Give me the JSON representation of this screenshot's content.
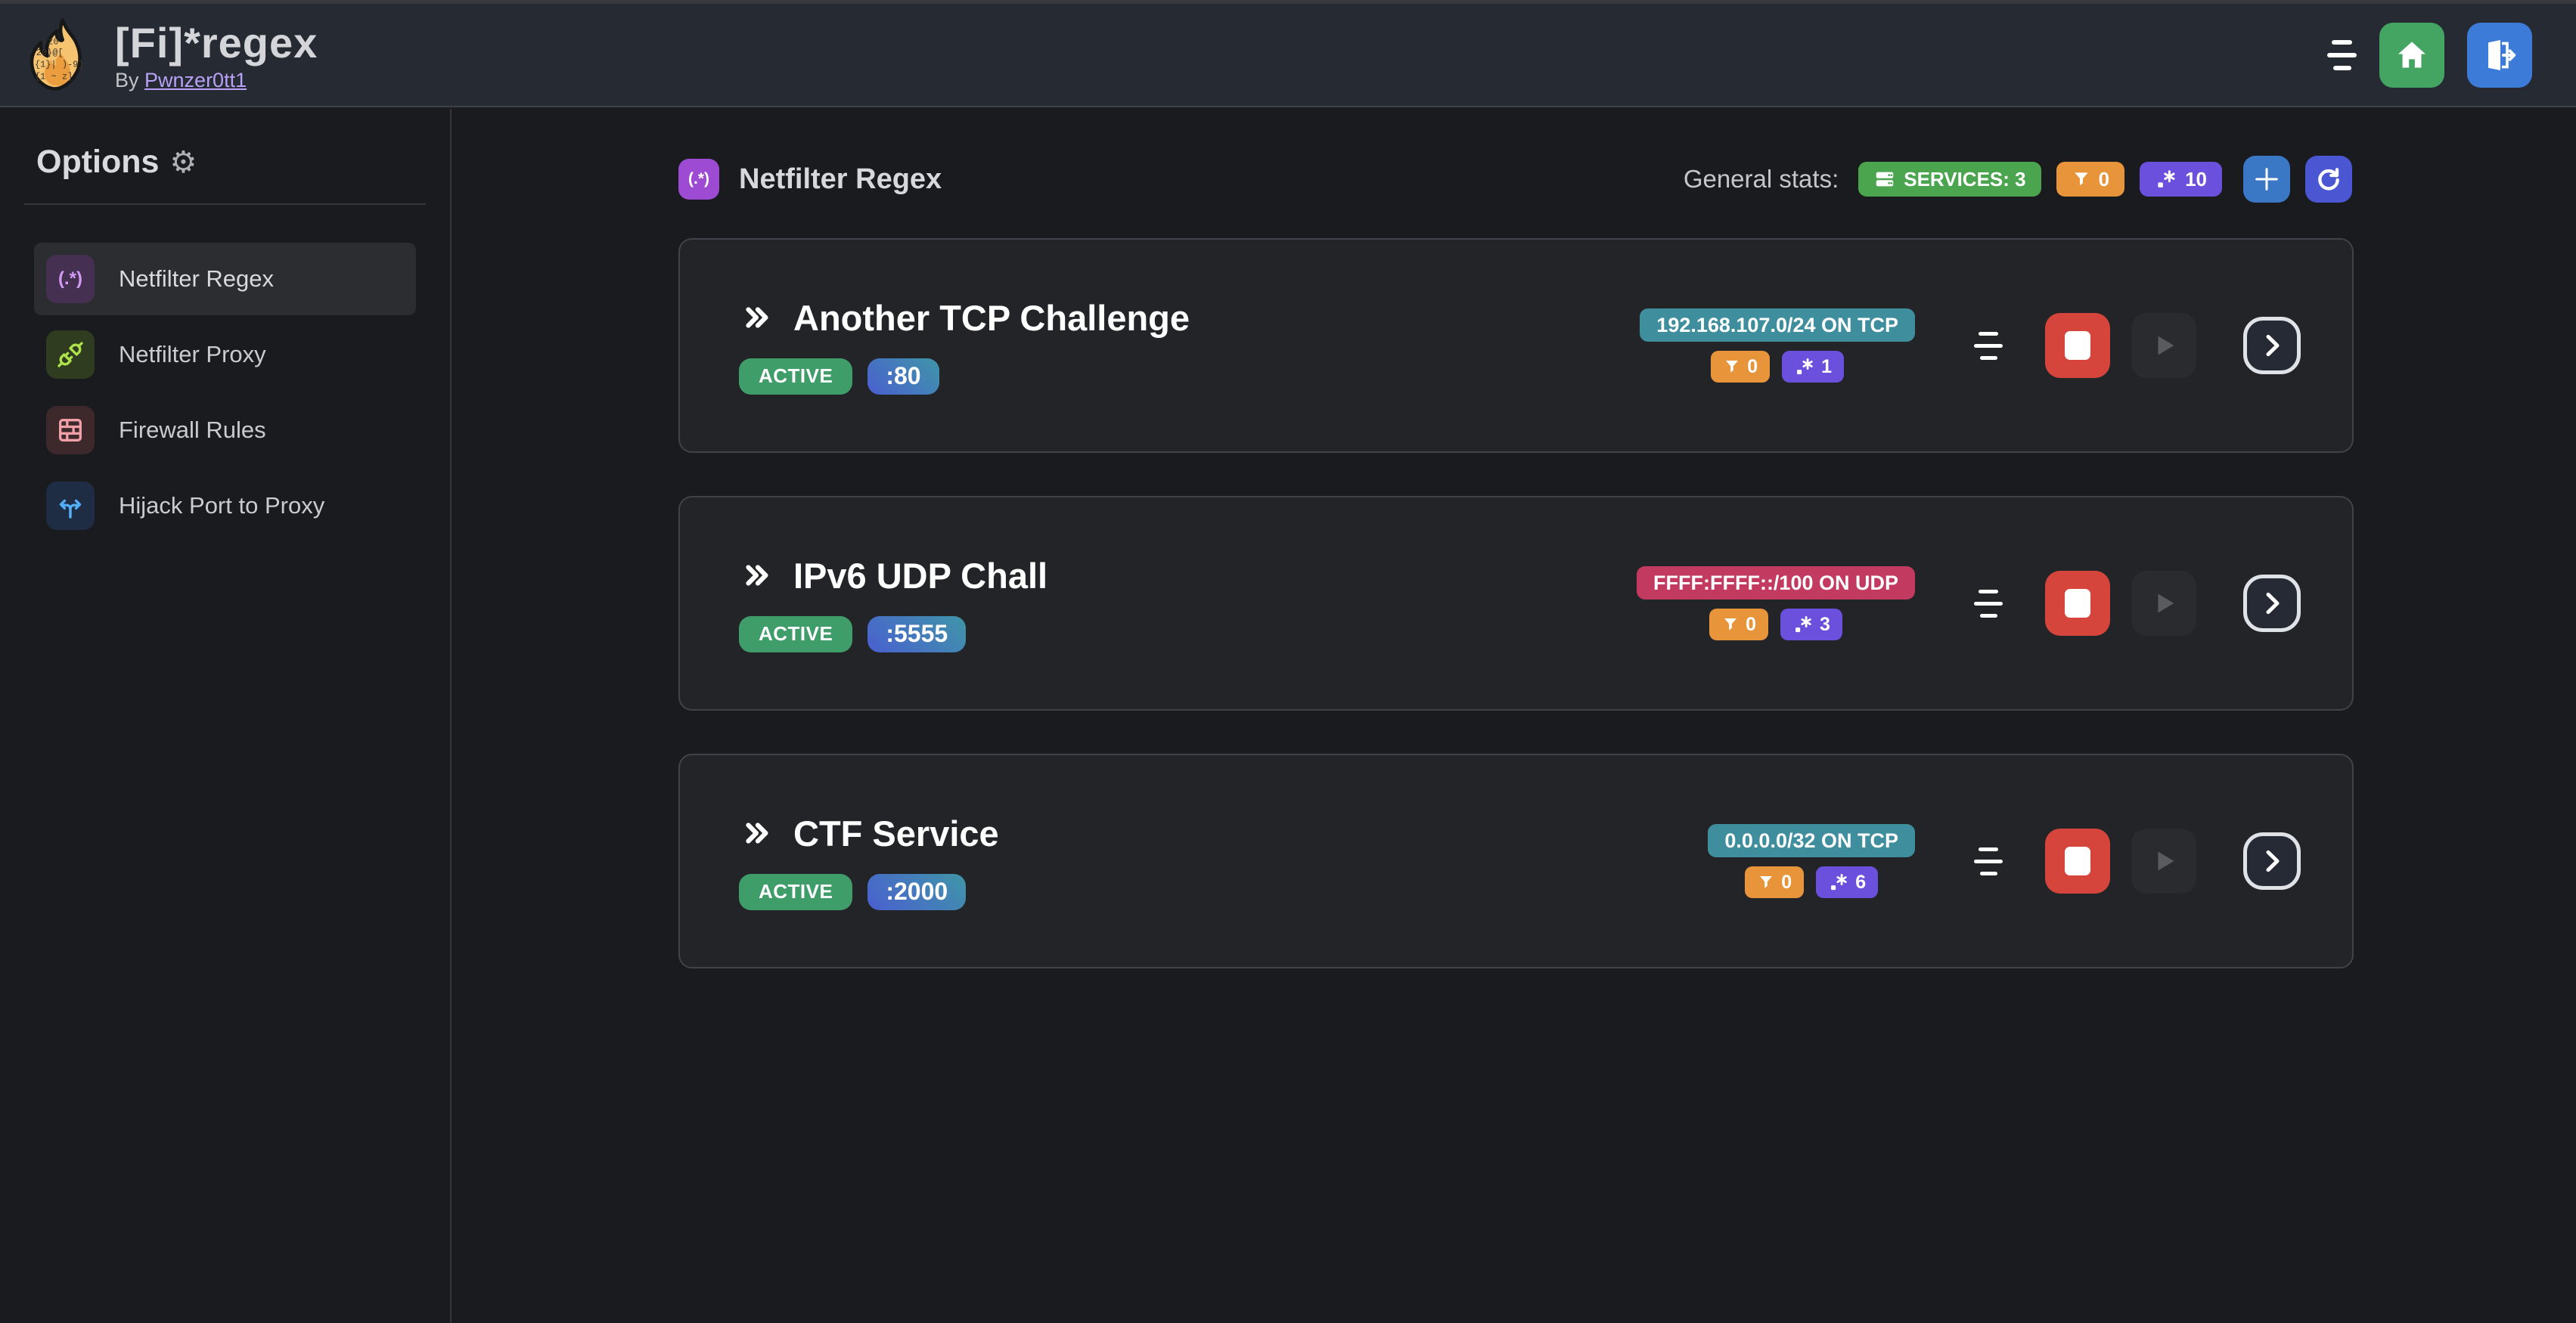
{
  "app": {
    "title": "[Fi]*regex",
    "byline_prefix": "By",
    "author": "Pwnzer0tt1"
  },
  "topbar": {
    "icons": [
      "menu-lines-icon",
      "home-icon",
      "logout-icon"
    ]
  },
  "sidebar": {
    "heading": "Options",
    "gear": "⚙",
    "items": [
      {
        "label": "Netfilter Regex",
        "icon": "regex-paren-icon",
        "icon_text": "(.*)",
        "active": true
      },
      {
        "label": "Netfilter Proxy",
        "icon": "plug-connected-icon",
        "active": false
      },
      {
        "label": "Firewall Rules",
        "icon": "brick-wall-icon",
        "active": false
      },
      {
        "label": "Hijack Port to Proxy",
        "icon": "arrows-split-icon",
        "active": false
      }
    ]
  },
  "main": {
    "header": {
      "icon_text": "(.*)",
      "title": "Netfilter Regex",
      "stats_label": "General stats:",
      "services_badge": "SERVICES: 3",
      "filter_count": "0",
      "regex_count": "10"
    },
    "services": [
      {
        "name": "Another TCP Challenge",
        "status": "ACTIVE",
        "port": ":80",
        "target": "192.168.107.0/24 ON TCP",
        "target_style": "background-color:#3e8e9e",
        "filter_count": "0",
        "regex_count": "1"
      },
      {
        "name": "IPv6 UDP Chall",
        "status": "ACTIVE",
        "port": ":5555",
        "target": "FFFF:FFFF::/100 ON UDP",
        "target_style": "background-color:#c23a5f",
        "filter_count": "0",
        "regex_count": "3"
      },
      {
        "name": "CTF Service",
        "status": "ACTIVE",
        "port": ":2000",
        "target": "0.0.0.0/32 ON TCP",
        "target_style": "background-color:#3e8e9e",
        "filter_count": "0",
        "regex_count": "6"
      }
    ]
  },
  "colors": {
    "topbar_bg": "#252a33",
    "page_bg": "#1a1b1e",
    "card_bg": "#232428",
    "card_border": "#404349",
    "green": "#3f9d6a",
    "services_green": "#4ba44e",
    "orange": "#e8943a",
    "violet": "#6b4fdd",
    "teal_badge": "#3e8e9e",
    "pink_badge": "#c23a5f",
    "blue_button": "#3a78c6",
    "indigo_button": "#4a56d2",
    "red_stop": "#d6453c",
    "link_violet": "#b9a1f7",
    "header_icon_purple": "#9d4bd2"
  }
}
